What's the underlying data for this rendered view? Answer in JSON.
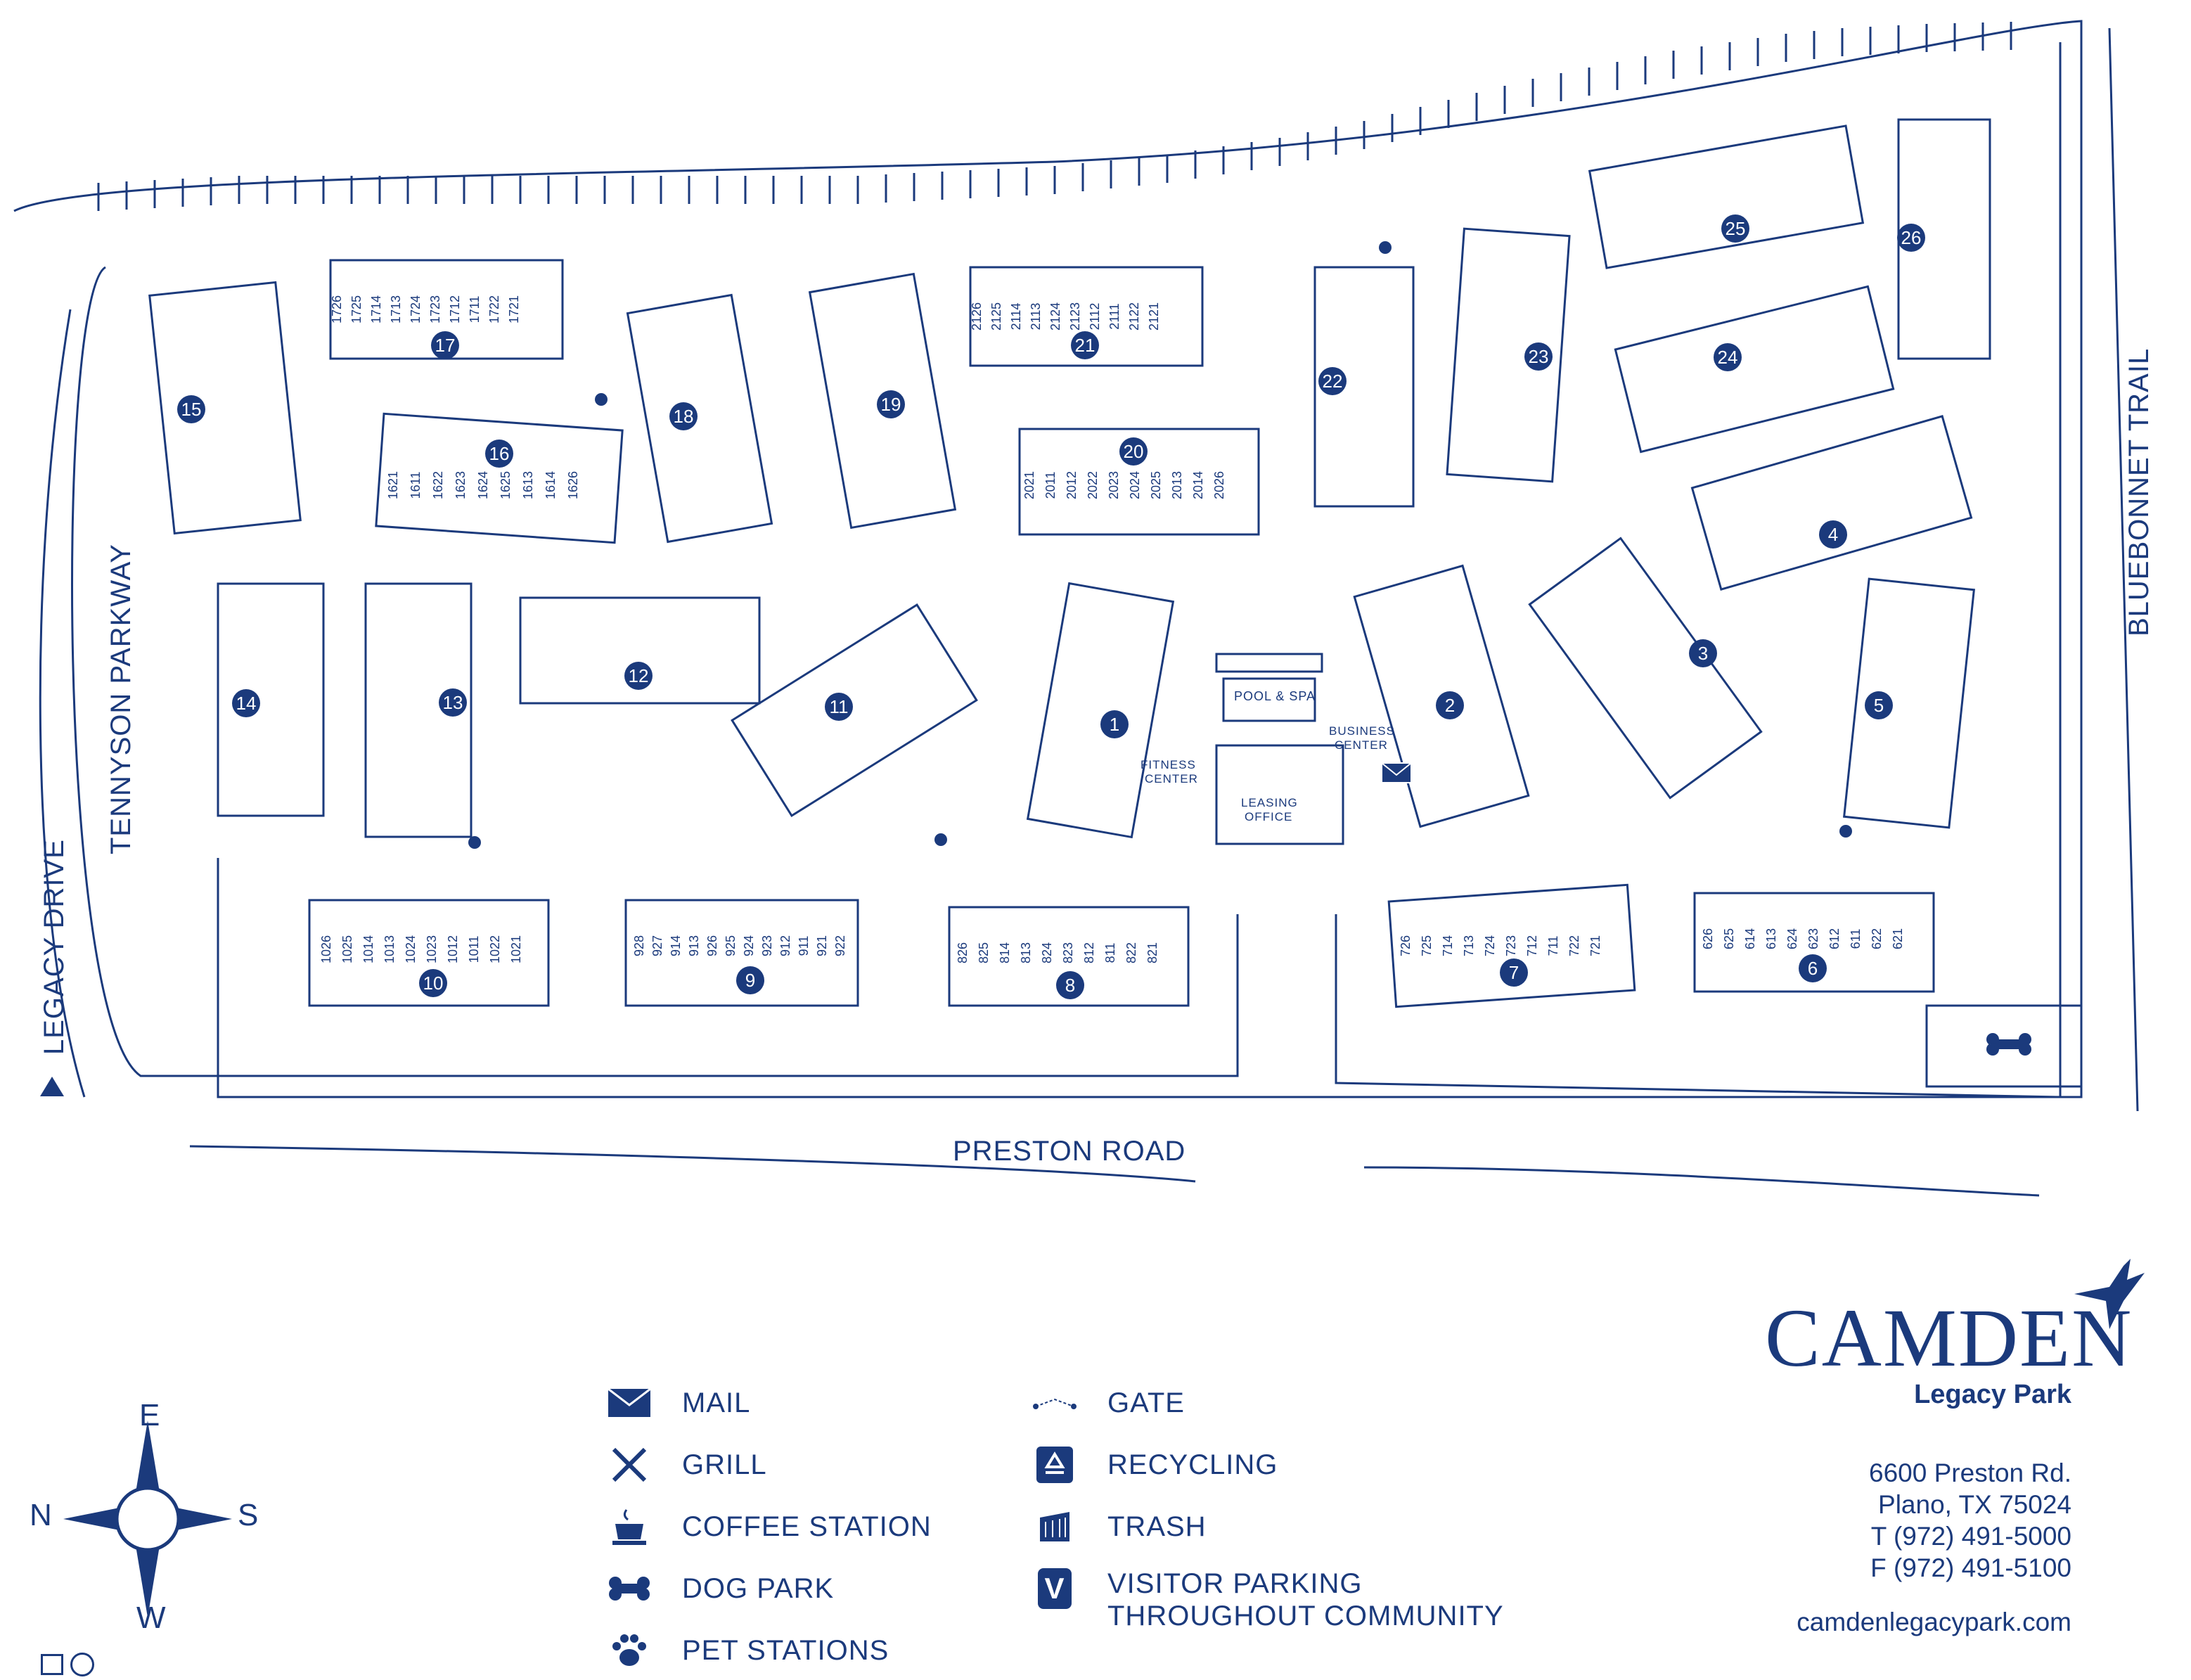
{
  "colors": {
    "primary": "#1b3a7c",
    "background": "#ffffff"
  },
  "streets": {
    "tennyson": "TENNYSON PARKWAY",
    "legacy": "LEGACY DRIVE",
    "preston": "PRESTON ROAD",
    "bluebonnet": "BLUEBONNET TRAIL"
  },
  "amenities": {
    "pool": "POOL & SPA",
    "fitness_1": "FITNESS",
    "fitness_2": "CENTER",
    "business_1": "BUSINESS",
    "business_2": "CENTER",
    "leasing_1": "LEASING",
    "leasing_2": "OFFICE"
  },
  "buildings": [
    {
      "n": "1"
    },
    {
      "n": "2"
    },
    {
      "n": "3"
    },
    {
      "n": "4"
    },
    {
      "n": "5"
    },
    {
      "n": "6"
    },
    {
      "n": "7"
    },
    {
      "n": "8"
    },
    {
      "n": "9"
    },
    {
      "n": "10"
    },
    {
      "n": "11"
    },
    {
      "n": "12"
    },
    {
      "n": "13"
    },
    {
      "n": "14"
    },
    {
      "n": "15"
    },
    {
      "n": "16"
    },
    {
      "n": "17"
    },
    {
      "n": "18"
    },
    {
      "n": "19"
    },
    {
      "n": "20"
    },
    {
      "n": "21"
    },
    {
      "n": "22"
    },
    {
      "n": "23"
    },
    {
      "n": "24"
    },
    {
      "n": "25"
    },
    {
      "n": "26"
    }
  ],
  "units": {
    "b17": [
      "1726",
      "1725",
      "1714",
      "1713",
      "1724",
      "1723",
      "1712",
      "1711",
      "1722",
      "1721"
    ],
    "b21": [
      "2126",
      "2125",
      "2114",
      "2113",
      "2124",
      "2123",
      "2112",
      "2111",
      "2122",
      "2121"
    ],
    "b16": [
      "1621",
      "1611",
      "1622",
      "1623",
      "1624",
      "1625",
      "1613",
      "1614",
      "1626"
    ],
    "b20": [
      "2021",
      "2011",
      "2012",
      "2022",
      "2023",
      "2024",
      "2025",
      "2013",
      "2014",
      "2026"
    ],
    "b10": [
      "1026",
      "1025",
      "1014",
      "1013",
      "1024",
      "1023",
      "1012",
      "1011",
      "1022",
      "1021"
    ],
    "b9": [
      "928",
      "927",
      "914",
      "913",
      "926",
      "925",
      "924",
      "923",
      "912",
      "911",
      "921",
      "922"
    ],
    "b8": [
      "826",
      "825",
      "814",
      "813",
      "824",
      "823",
      "812",
      "811",
      "822",
      "821"
    ],
    "b7": [
      "726",
      "725",
      "714",
      "713",
      "724",
      "723",
      "712",
      "711",
      "722",
      "721"
    ],
    "b6": [
      "626",
      "625",
      "614",
      "613",
      "624",
      "623",
      "612",
      "611",
      "622",
      "621"
    ]
  },
  "legend": {
    "mail": "MAIL",
    "grill": "GRILL",
    "coffee": "COFFEE STATION",
    "dog_park": "DOG PARK",
    "pet_stations": "PET STATIONS",
    "gate": "GATE",
    "recycling": "RECYCLING",
    "trash": "TRASH",
    "visitor_1": "VISITOR PARKING",
    "visitor_2": "THROUGHOUT COMMUNITY",
    "visitor_glyph": "V"
  },
  "brand": {
    "name": "CAMDEN",
    "sub": "Legacy Park",
    "addr1": "6600 Preston Rd.",
    "addr2": "Plano, TX 75024",
    "phone": "T (972) 491-5000",
    "fax": "F (972) 491-5100",
    "website": "camdenlegacypark.com"
  },
  "compass": {
    "n": "N",
    "s": "S",
    "e": "E",
    "w": "W"
  }
}
